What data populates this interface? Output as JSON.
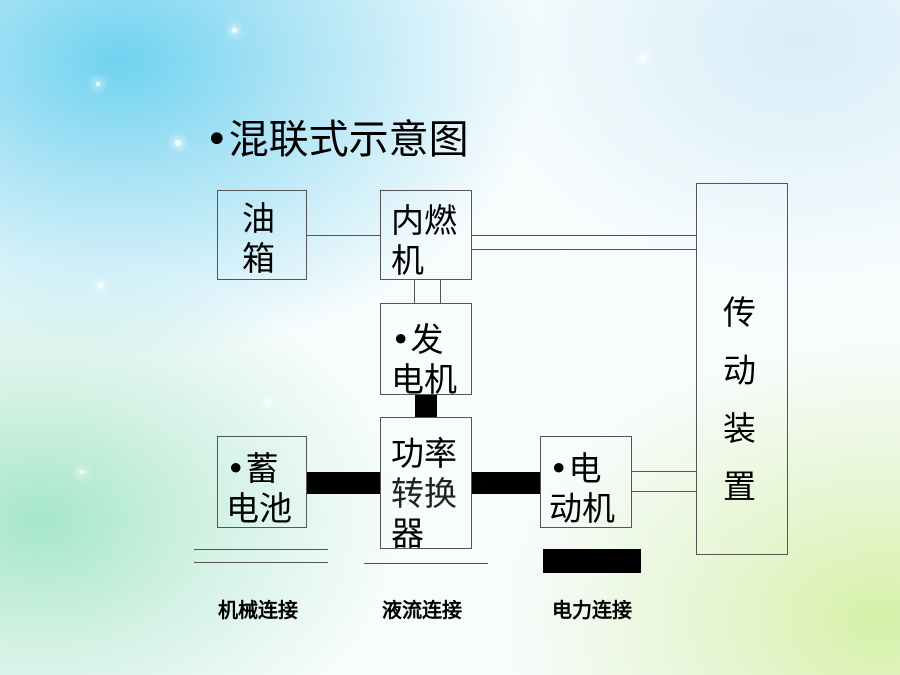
{
  "title": "•混联式示意图",
  "boxes": {
    "fuel_tank": "油箱",
    "engine": "内燃机",
    "generator": "•发电机",
    "battery": "•蓄电池",
    "converter_line1": "功率",
    "converter_line2": "转换",
    "converter_line3": "器",
    "motor": "•电动机",
    "transmission": "传动装置"
  },
  "legend": {
    "mechanical": "机械连接",
    "hydraulic": "液流连接",
    "electrical": "电力连接"
  }
}
